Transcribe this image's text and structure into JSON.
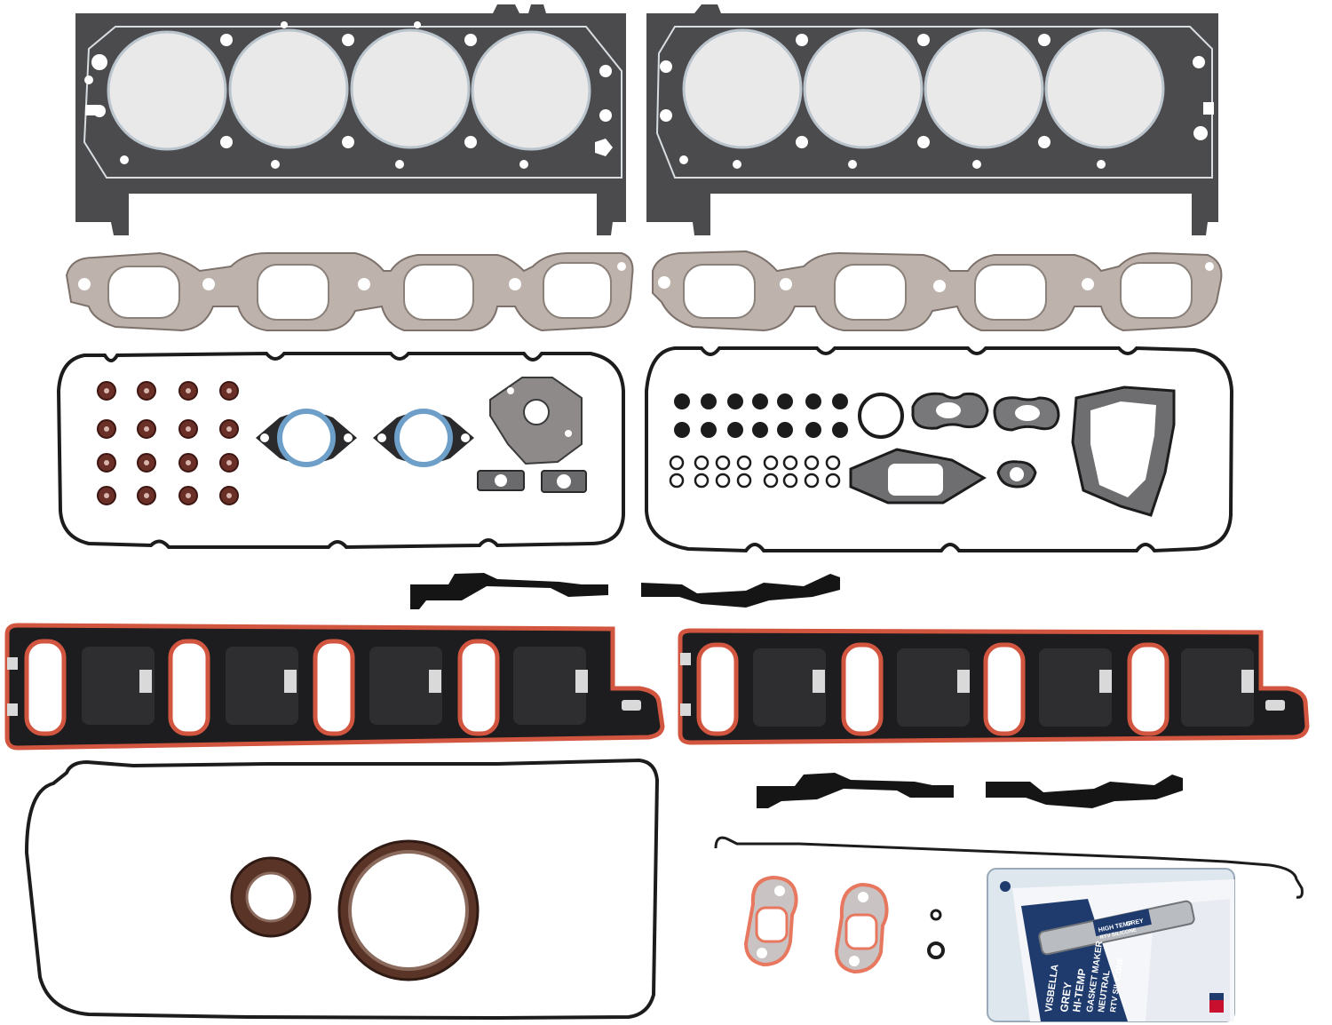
{
  "colors": {
    "background": "#ffffff",
    "head_gasket": "#4b4b4d",
    "steel_ring": "#e9e9ea",
    "exhaust_gasket": "#bdb2ac",
    "valve_cover_seal": "#1c1c1c",
    "valve_seal": "#6a2f27",
    "intake_body": "#1d1d1f",
    "intake_bead": "#d2553f",
    "blue_ring": "#6d9fc9",
    "oil_seal": "#5b3428",
    "thermostat_gasket": "#e7775e",
    "sealant_package": "#dfe7ee",
    "sealant_card": "#1f3b6e"
  },
  "sealant": {
    "brand": "VISBELLA",
    "line1": "GREY",
    "line2": "HI-TEMP",
    "line3": "GASKET MAKER",
    "line4": "NEUTRAL",
    "line5": "RTV SILICONE",
    "tube_label1": "HIGH TEMP",
    "tube_label2": "GREY",
    "tube_label3": "RTV SILICONE",
    "flag_icon": "usa-flag-icon"
  }
}
